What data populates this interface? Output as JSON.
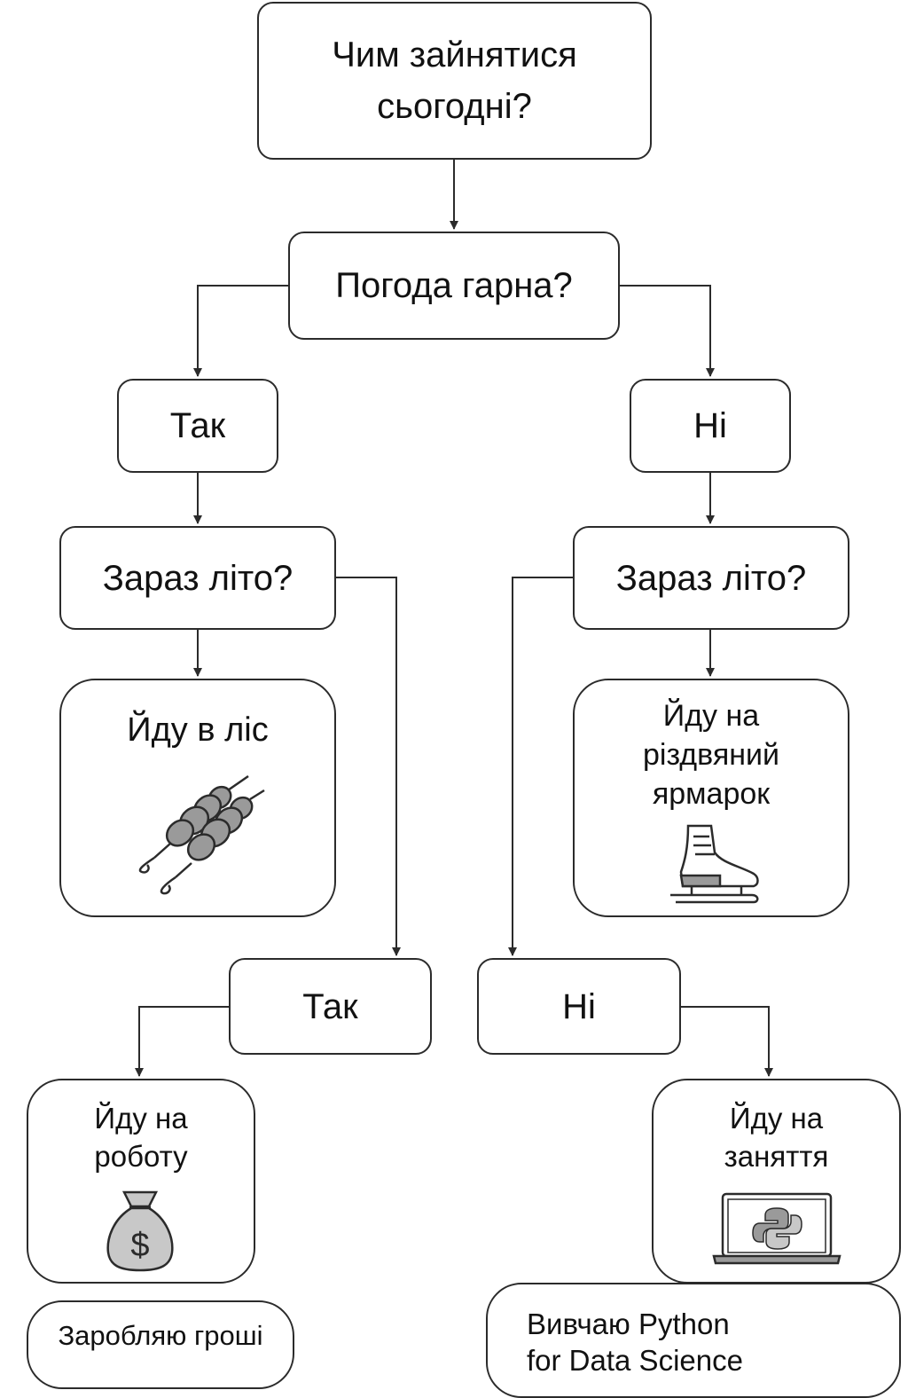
{
  "diagram": {
    "type": "flowchart",
    "root": "Чим зайнятися\nсьогодні?",
    "weather_question": "Погода гарна?",
    "branch_yes": "Так",
    "branch_no": "Ні",
    "summer_question_left": "Зараз літо?",
    "summer_question_right": "Зараз літо?",
    "activity_forest": "Йду в ліс",
    "activity_fair": "Йду на\nріздвяний\nярмарок",
    "answer_yes_2": "Так",
    "answer_no_2": "Ні",
    "activity_work": "Йду на\nроботу",
    "activity_classes": "Йду на\nзаняття",
    "result_money": "Заробляю гроші",
    "result_python": "Вивчаю Python\nfor Data Science"
  },
  "icons": {
    "forest": "kebab-skewers-icon",
    "fair": "ice-skate-icon",
    "work": "money-bag-icon",
    "classes": "laptop-python-icon"
  },
  "colors": {
    "stroke": "#2b2b2b",
    "icon_fill": "#9a9a9a",
    "icon_light": "#c8c8c8"
  }
}
